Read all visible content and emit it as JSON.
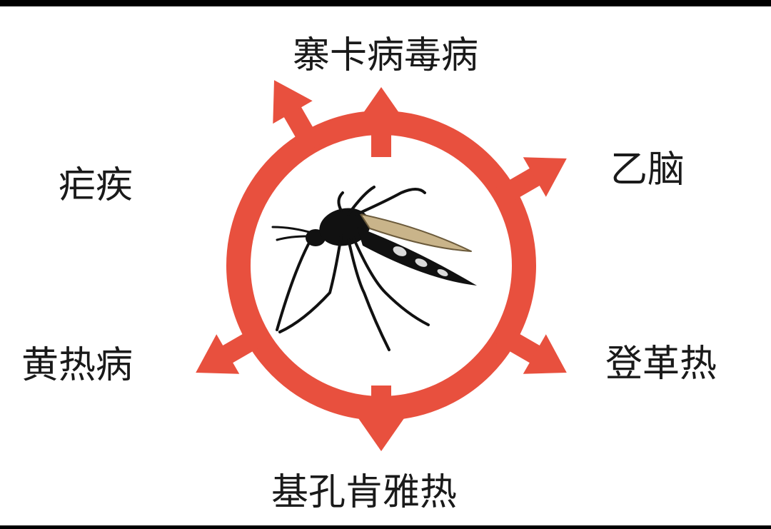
{
  "diseases": {
    "top": "寨卡病毒病",
    "top_left": "疟疾",
    "top_right": "乙脑",
    "bottom_left": "黄热病",
    "bottom_right": "登革热",
    "bottom": "基孔肯雅热"
  },
  "colors": {
    "ring": "#e8503e",
    "insect": "#111111",
    "wing": "#c9b48a",
    "text": "#1a1a1a"
  },
  "icons": {
    "center": "mosquito-icon",
    "spokes": "arrow-icon"
  }
}
